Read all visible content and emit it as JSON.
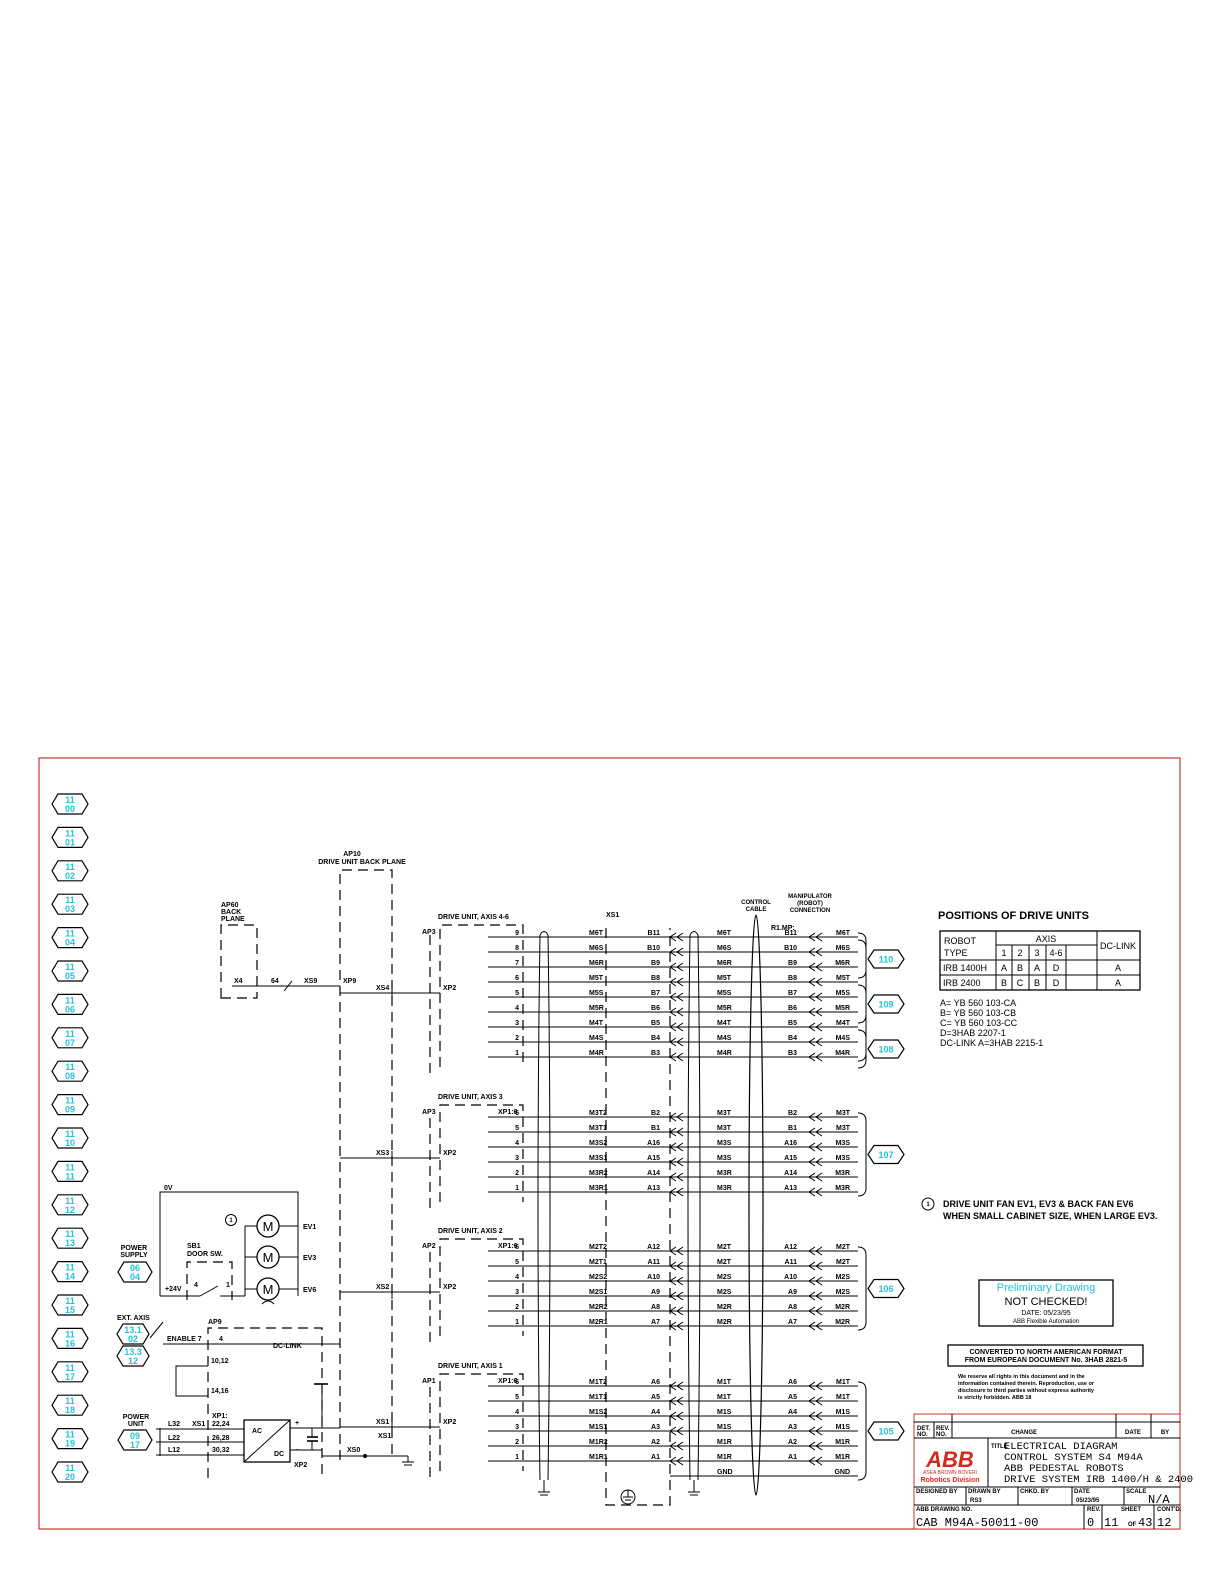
{
  "colors": {
    "border": "#c33b2a",
    "ref_text": "#22c4d6",
    "prelim": "#22c4d6"
  },
  "sheet_refs": [
    [
      "11",
      "00"
    ],
    [
      "11",
      "01"
    ],
    [
      "11",
      "02"
    ],
    [
      "11",
      "03"
    ],
    [
      "11",
      "04"
    ],
    [
      "11",
      "05"
    ],
    [
      "11",
      "06"
    ],
    [
      "11",
      "07"
    ],
    [
      "11",
      "08"
    ],
    [
      "11",
      "09"
    ],
    [
      "11",
      "10"
    ],
    [
      "11",
      "11"
    ],
    [
      "11",
      "12"
    ],
    [
      "11",
      "13"
    ],
    [
      "11",
      "14"
    ],
    [
      "11",
      "15"
    ],
    [
      "11",
      "16"
    ],
    [
      "11",
      "17"
    ],
    [
      "11",
      "18"
    ],
    [
      "11",
      "19"
    ],
    [
      "11",
      "20"
    ]
  ],
  "labels": {
    "ap10_1": "AP10",
    "ap10_2": "DRIVE UNIT BACK PLANE",
    "ap60_1": "AP60",
    "ap60_2": "BACK",
    "ap60_3": "PLANE",
    "x4": "X4",
    "n64": "64",
    "xs9": "XS9",
    "xp9": "XP9",
    "xs1_top": "XS1",
    "control_cable_1": "CONTROL",
    "control_cable_2": "CABLE",
    "manip_1": "MANIPULATOR",
    "manip_2": "(ROBOT)",
    "manip_3": "CONNECTION",
    "r1mp": "R1.MP:",
    "ov": "0V",
    "power_supply_1": "POWER",
    "power_supply_2": "SUPPLY",
    "ps_ref_1": "06",
    "ps_ref_2": "04",
    "sb1_1": "SB1",
    "sb1_2": "DOOR SW.",
    "p24v": "+24V",
    "sw4": "4",
    "sw1": "1",
    "ev1": "EV1",
    "ev3": "EV3",
    "ev6": "EV6",
    "motor": "M",
    "note_num": "1",
    "ext_axis": "EXT. AXIS",
    "ext_ref_a1": "13.1",
    "ext_ref_a2": "02",
    "ext_ref_b1": "13.3",
    "ext_ref_b2": "12",
    "enable": "ENABLE 7",
    "ap9": "AP9",
    "ap9_4": "4",
    "dclink": "DC-LINK",
    "n1012": "10,12",
    "n1416": "14,16",
    "power_unit_1": "POWER",
    "power_unit_2": "UNIT",
    "pu_ref_1": "09",
    "pu_ref_2": "17",
    "l32": "L32",
    "l22": "L22",
    "l12": "L12",
    "xs1_pu": "XS1",
    "xp1_pu": "XP1:",
    "n2224": "22,24",
    "n2628": "26,28",
    "n3032": "30,32",
    "ac": "AC",
    "dc": "DC",
    "xp2_pu": "XP2",
    "plus": "+",
    "minus": "−",
    "xs0": "XS0",
    "xs1_mid": "XS1"
  },
  "drive_units": [
    {
      "title": "DRIVE UNIT, AXIS 4-6",
      "ap": "AP3",
      "xs": "XS4",
      "xp": "XP2",
      "xp_head": "",
      "ref": "",
      "rows": [
        {
          "pin": "9",
          "sig": "M6T",
          "term": "B11",
          "cab": "M6T",
          "rterm": "B11",
          "man": "M6T"
        },
        {
          "pin": "8",
          "sig": "M6S",
          "term": "B10",
          "cab": "M6S",
          "rterm": "B10",
          "man": "M6S"
        },
        {
          "pin": "7",
          "sig": "M6R",
          "term": "B9",
          "cab": "M6R",
          "rterm": "B9",
          "man": "M6R"
        },
        {
          "pin": "6",
          "sig": "M5T",
          "term": "B8",
          "cab": "M5T",
          "rterm": "B8",
          "man": "M5T"
        },
        {
          "pin": "5",
          "sig": "M5S",
          "term": "B7",
          "cab": "M5S",
          "rterm": "B7",
          "man": "M5S"
        },
        {
          "pin": "4",
          "sig": "M5R",
          "term": "B6",
          "cab": "M5R",
          "rterm": "B6",
          "man": "M5R"
        },
        {
          "pin": "3",
          "sig": "M4T",
          "term": "B5",
          "cab": "M4T",
          "rterm": "B5",
          "man": "M4T"
        },
        {
          "pin": "2",
          "sig": "M4S",
          "term": "B4",
          "cab": "M4S",
          "rterm": "B4",
          "man": "M4S"
        },
        {
          "pin": "1",
          "sig": "M4R",
          "term": "B3",
          "cab": "M4R",
          "rterm": "B3",
          "man": "M4R"
        }
      ]
    },
    {
      "title": "DRIVE UNIT, AXIS 3",
      "ap": "AP3",
      "xs": "XS3",
      "xp": "XP2",
      "xp_head": "XP1:6",
      "ref": "107",
      "rows": [
        {
          "pin": "6",
          "sig": "M3T2",
          "term": "B2",
          "cab": "M3T",
          "rterm": "B2",
          "man": "M3T"
        },
        {
          "pin": "5",
          "sig": "M3T1",
          "term": "B1",
          "cab": "M3T",
          "rterm": "B1",
          "man": "M3T"
        },
        {
          "pin": "4",
          "sig": "M3S2",
          "term": "A16",
          "cab": "M3S",
          "rterm": "A16",
          "man": "M3S"
        },
        {
          "pin": "3",
          "sig": "M3S1",
          "term": "A15",
          "cab": "M3S",
          "rterm": "A15",
          "man": "M3S"
        },
        {
          "pin": "2",
          "sig": "M3R2",
          "term": "A14",
          "cab": "M3R",
          "rterm": "A14",
          "man": "M3R"
        },
        {
          "pin": "1",
          "sig": "M3R1",
          "term": "A13",
          "cab": "M3R",
          "rterm": "A13",
          "man": "M3R"
        }
      ]
    },
    {
      "title": "DRIVE UNIT, AXIS 2",
      "ap": "AP2",
      "xs": "XS2",
      "xp": "XP2",
      "xp_head": "XP1:6",
      "ref": "106",
      "rows": [
        {
          "pin": "6",
          "sig": "M2T2",
          "term": "A12",
          "cab": "M2T",
          "rterm": "A12",
          "man": "M2T"
        },
        {
          "pin": "5",
          "sig": "M2T1",
          "term": "A11",
          "cab": "M2T",
          "rterm": "A11",
          "man": "M2T"
        },
        {
          "pin": "4",
          "sig": "M2S2",
          "term": "A10",
          "cab": "M2S",
          "rterm": "A10",
          "man": "M2S"
        },
        {
          "pin": "3",
          "sig": "M2S1",
          "term": "A9",
          "cab": "M2S",
          "rterm": "A9",
          "man": "M2S"
        },
        {
          "pin": "2",
          "sig": "M2R2",
          "term": "A8",
          "cab": "M2R",
          "rterm": "A8",
          "man": "M2R"
        },
        {
          "pin": "1",
          "sig": "M2R1",
          "term": "A7",
          "cab": "M2R",
          "rterm": "A7",
          "man": "M2R"
        }
      ]
    },
    {
      "title": "DRIVE UNIT, AXIS 1",
      "ap": "AP1",
      "xs": "XS1",
      "xp": "XP2",
      "xp_head": "XP1:6",
      "ref": "105",
      "rows": [
        {
          "pin": "6",
          "sig": "M1T2",
          "term": "A6",
          "cab": "M1T",
          "rterm": "A6",
          "man": "M1T"
        },
        {
          "pin": "5",
          "sig": "M1T1",
          "term": "A5",
          "cab": "M1T",
          "rterm": "A5",
          "man": "M1T"
        },
        {
          "pin": "4",
          "sig": "M1S2",
          "term": "A4",
          "cab": "M1S",
          "rterm": "A4",
          "man": "M1S"
        },
        {
          "pin": "3",
          "sig": "M1S1",
          "term": "A3",
          "cab": "M1S",
          "rterm": "A3",
          "man": "M1S"
        },
        {
          "pin": "2",
          "sig": "M1R2",
          "term": "A2",
          "cab": "M1R",
          "rterm": "A2",
          "man": "M1R"
        },
        {
          "pin": "1",
          "sig": "M1R1",
          "term": "A1",
          "cab": "M1R",
          "rterm": "A1",
          "man": "M1R"
        },
        {
          "pin": "",
          "sig": "",
          "term": "",
          "cab": "GND",
          "rterm": "",
          "man": "GND"
        }
      ]
    }
  ],
  "top_refs": [
    "110",
    "109",
    "108"
  ],
  "positions": {
    "title": "POSITIONS OF DRIVE UNITS",
    "head_robot_1": "ROBOT",
    "head_robot_2": "TYPE",
    "head_axis": "AXIS",
    "head_dclink": "DC-LINK",
    "axis_cols": [
      "1",
      "2",
      "3",
      "4-6"
    ],
    "rows": [
      {
        "type": "IRB 1400H",
        "vals": [
          "A",
          "B",
          "A",
          "D"
        ],
        "dc": "A"
      },
      {
        "type": "IRB 2400",
        "vals": [
          "B",
          "C",
          "B",
          "D"
        ],
        "dc": "A"
      }
    ],
    "legend": [
      "A= YB 560 103-CA",
      "B= YB 560 103-CB",
      "C= YB 560 103-CC",
      "D=3HAB 2207-1",
      "DC-LINK A=3HAB 2215-1"
    ]
  },
  "note": {
    "num": "1",
    "line1": "DRIVE UNIT FAN EV1, EV3 & BACK FAN EV6",
    "line2": "WHEN SMALL CABINET SIZE, WHEN LARGE EV3."
  },
  "prelim": {
    "line1": "Preliminary Drawing",
    "line2": "NOT CHECKED!",
    "line3": "DATE: 05/23/95",
    "line4": "ABB Flexible Automation"
  },
  "converted": {
    "line1": "CONVERTED TO NORTH AMERICAN FORMAT",
    "line2": "FROM EUROPEAN DOCUMENT No. 3HAB 2821-5"
  },
  "rights": [
    "We reserve all rights in this document and in the",
    "information contained therein. Reproduction, use or",
    "disclosure to third parties without express authority",
    "is strictly forbidden.                         ABB 18"
  ],
  "title_block": {
    "det_no_1": "DET.",
    "det_no_2": "NO.",
    "rev_no_1": "REV.",
    "rev_no_2": "NO.",
    "change": "CHANGE",
    "date": "DATE",
    "by": "BY",
    "logo": "ABB",
    "logo_sub1": "ASEA BROWN BOVERI",
    "logo_sub2": "Robotics Division",
    "title_label": "TITLE",
    "title_lines": [
      "ELECTRICAL DIAGRAM",
      "CONTROL SYSTEM S4 M94A",
      "ABB PEDESTAL ROBOTS",
      "DRIVE SYSTEM  IRB 1400/H & 2400"
    ],
    "designed_by": "DESIGNED BY",
    "drawn_by": "DRAWN BY",
    "drawn_val": "RS3",
    "chkd_by": "CHKD. BY",
    "date_label": "DATE",
    "date_val": "05/23/95",
    "scale_label": "SCALE",
    "scale_val": "N/A",
    "dwg_no_label": "ABB DRAWING NO.",
    "dwg_no": "CAB M94A-50011-00",
    "rev_label": "REV.",
    "rev_val": "0",
    "sheet_label": "SHEET",
    "sheet_val": "11",
    "of_label": "OF",
    "of_val": "43",
    "contd_label": "CONT'D.",
    "contd_val": "12"
  }
}
